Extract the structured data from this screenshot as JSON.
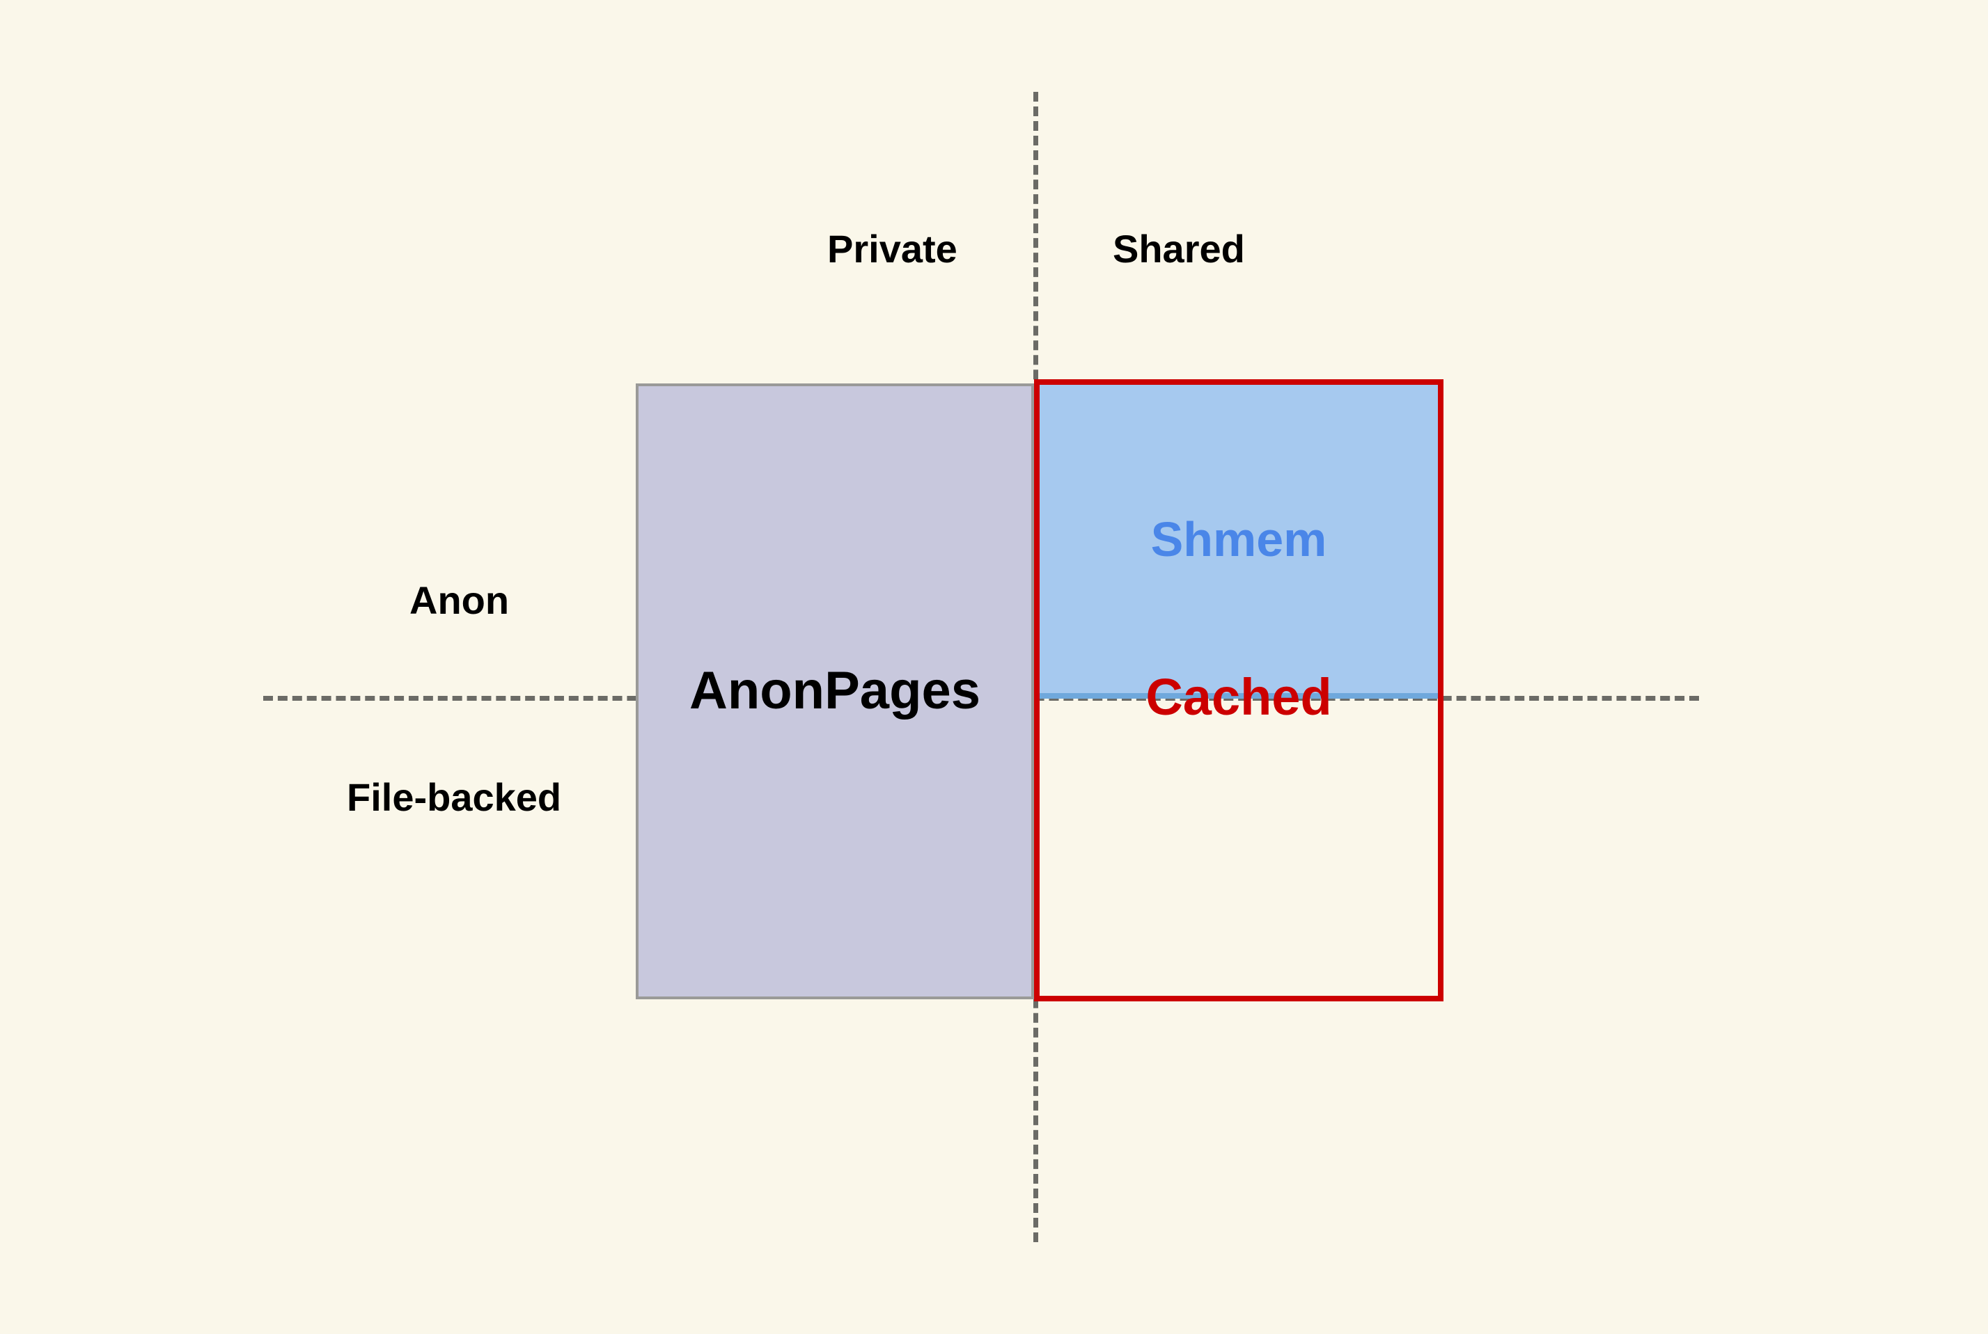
{
  "diagram": {
    "type": "quadrant-venn",
    "background_color": "#faf7ea",
    "axes": {
      "vertical_divider_label_left": "Private",
      "vertical_divider_label_right": "Shared",
      "horizontal_divider_label_top": "Anon",
      "horizontal_divider_label_bottom": "File-backed",
      "line_color": "#6b6b66",
      "line_style": "dashed"
    },
    "column_headers": [
      {
        "label": "Private",
        "position": "left-of-vertical-axis"
      },
      {
        "label": "Shared",
        "position": "right-of-vertical-axis"
      }
    ],
    "row_headers": [
      {
        "label": "Anon",
        "position": "above-horizontal-axis"
      },
      {
        "label": "File-backed",
        "position": "below-horizontal-axis"
      }
    ],
    "regions": [
      {
        "label": "AnonPages",
        "quadrants": [
          "Private/Anon",
          "Private/File-backed"
        ],
        "fill_color": "#c8c8dd",
        "border_color": "#9a9a98",
        "text_color": "#000000"
      },
      {
        "label": "Shmem",
        "quadrants": [
          "Shared/Anon"
        ],
        "fill_color": "#a6c9ef",
        "border_color": "#6fa8dc",
        "text_color": "#4a86e8"
      },
      {
        "label": "Cached",
        "quadrants": [
          "Shared/Anon",
          "Shared/File-backed"
        ],
        "fill_color": "transparent",
        "border_color": "#cc0000",
        "text_color": "#cc0000"
      }
    ]
  }
}
